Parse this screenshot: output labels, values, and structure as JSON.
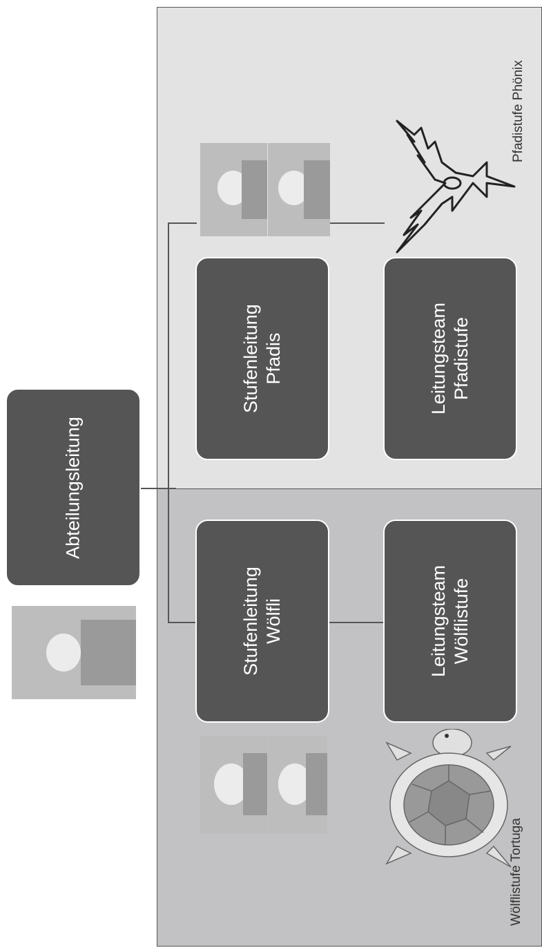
{
  "top_box": {
    "label": "Abteilungsleitung"
  },
  "regions": {
    "top": {
      "label": "Pfadistufe Phönix",
      "color": "#e3e3e3"
    },
    "bottom": {
      "label": "Wölflistufe Tortuga",
      "color": "#c2c2c4"
    }
  },
  "boxes": {
    "stufenleitung_pfadis": {
      "line1": "Stufenleitung",
      "line2": "Pfadis"
    },
    "leitungsteam_pfadistufe": {
      "line1": "Leitungsteam",
      "line2": "Pfadistufe"
    },
    "stufenleitung_woelfli": {
      "line1": "Stufenleitung",
      "line2": "Wölfli"
    },
    "leitungsteam_woelflistufe": {
      "line1": "Leitungsteam",
      "line2": "Wölflistufe"
    }
  },
  "icons": {
    "phoenix": "phoenix-icon",
    "turtle": "turtle-icon"
  },
  "colors": {
    "box": "#555555",
    "line": "#555555"
  }
}
